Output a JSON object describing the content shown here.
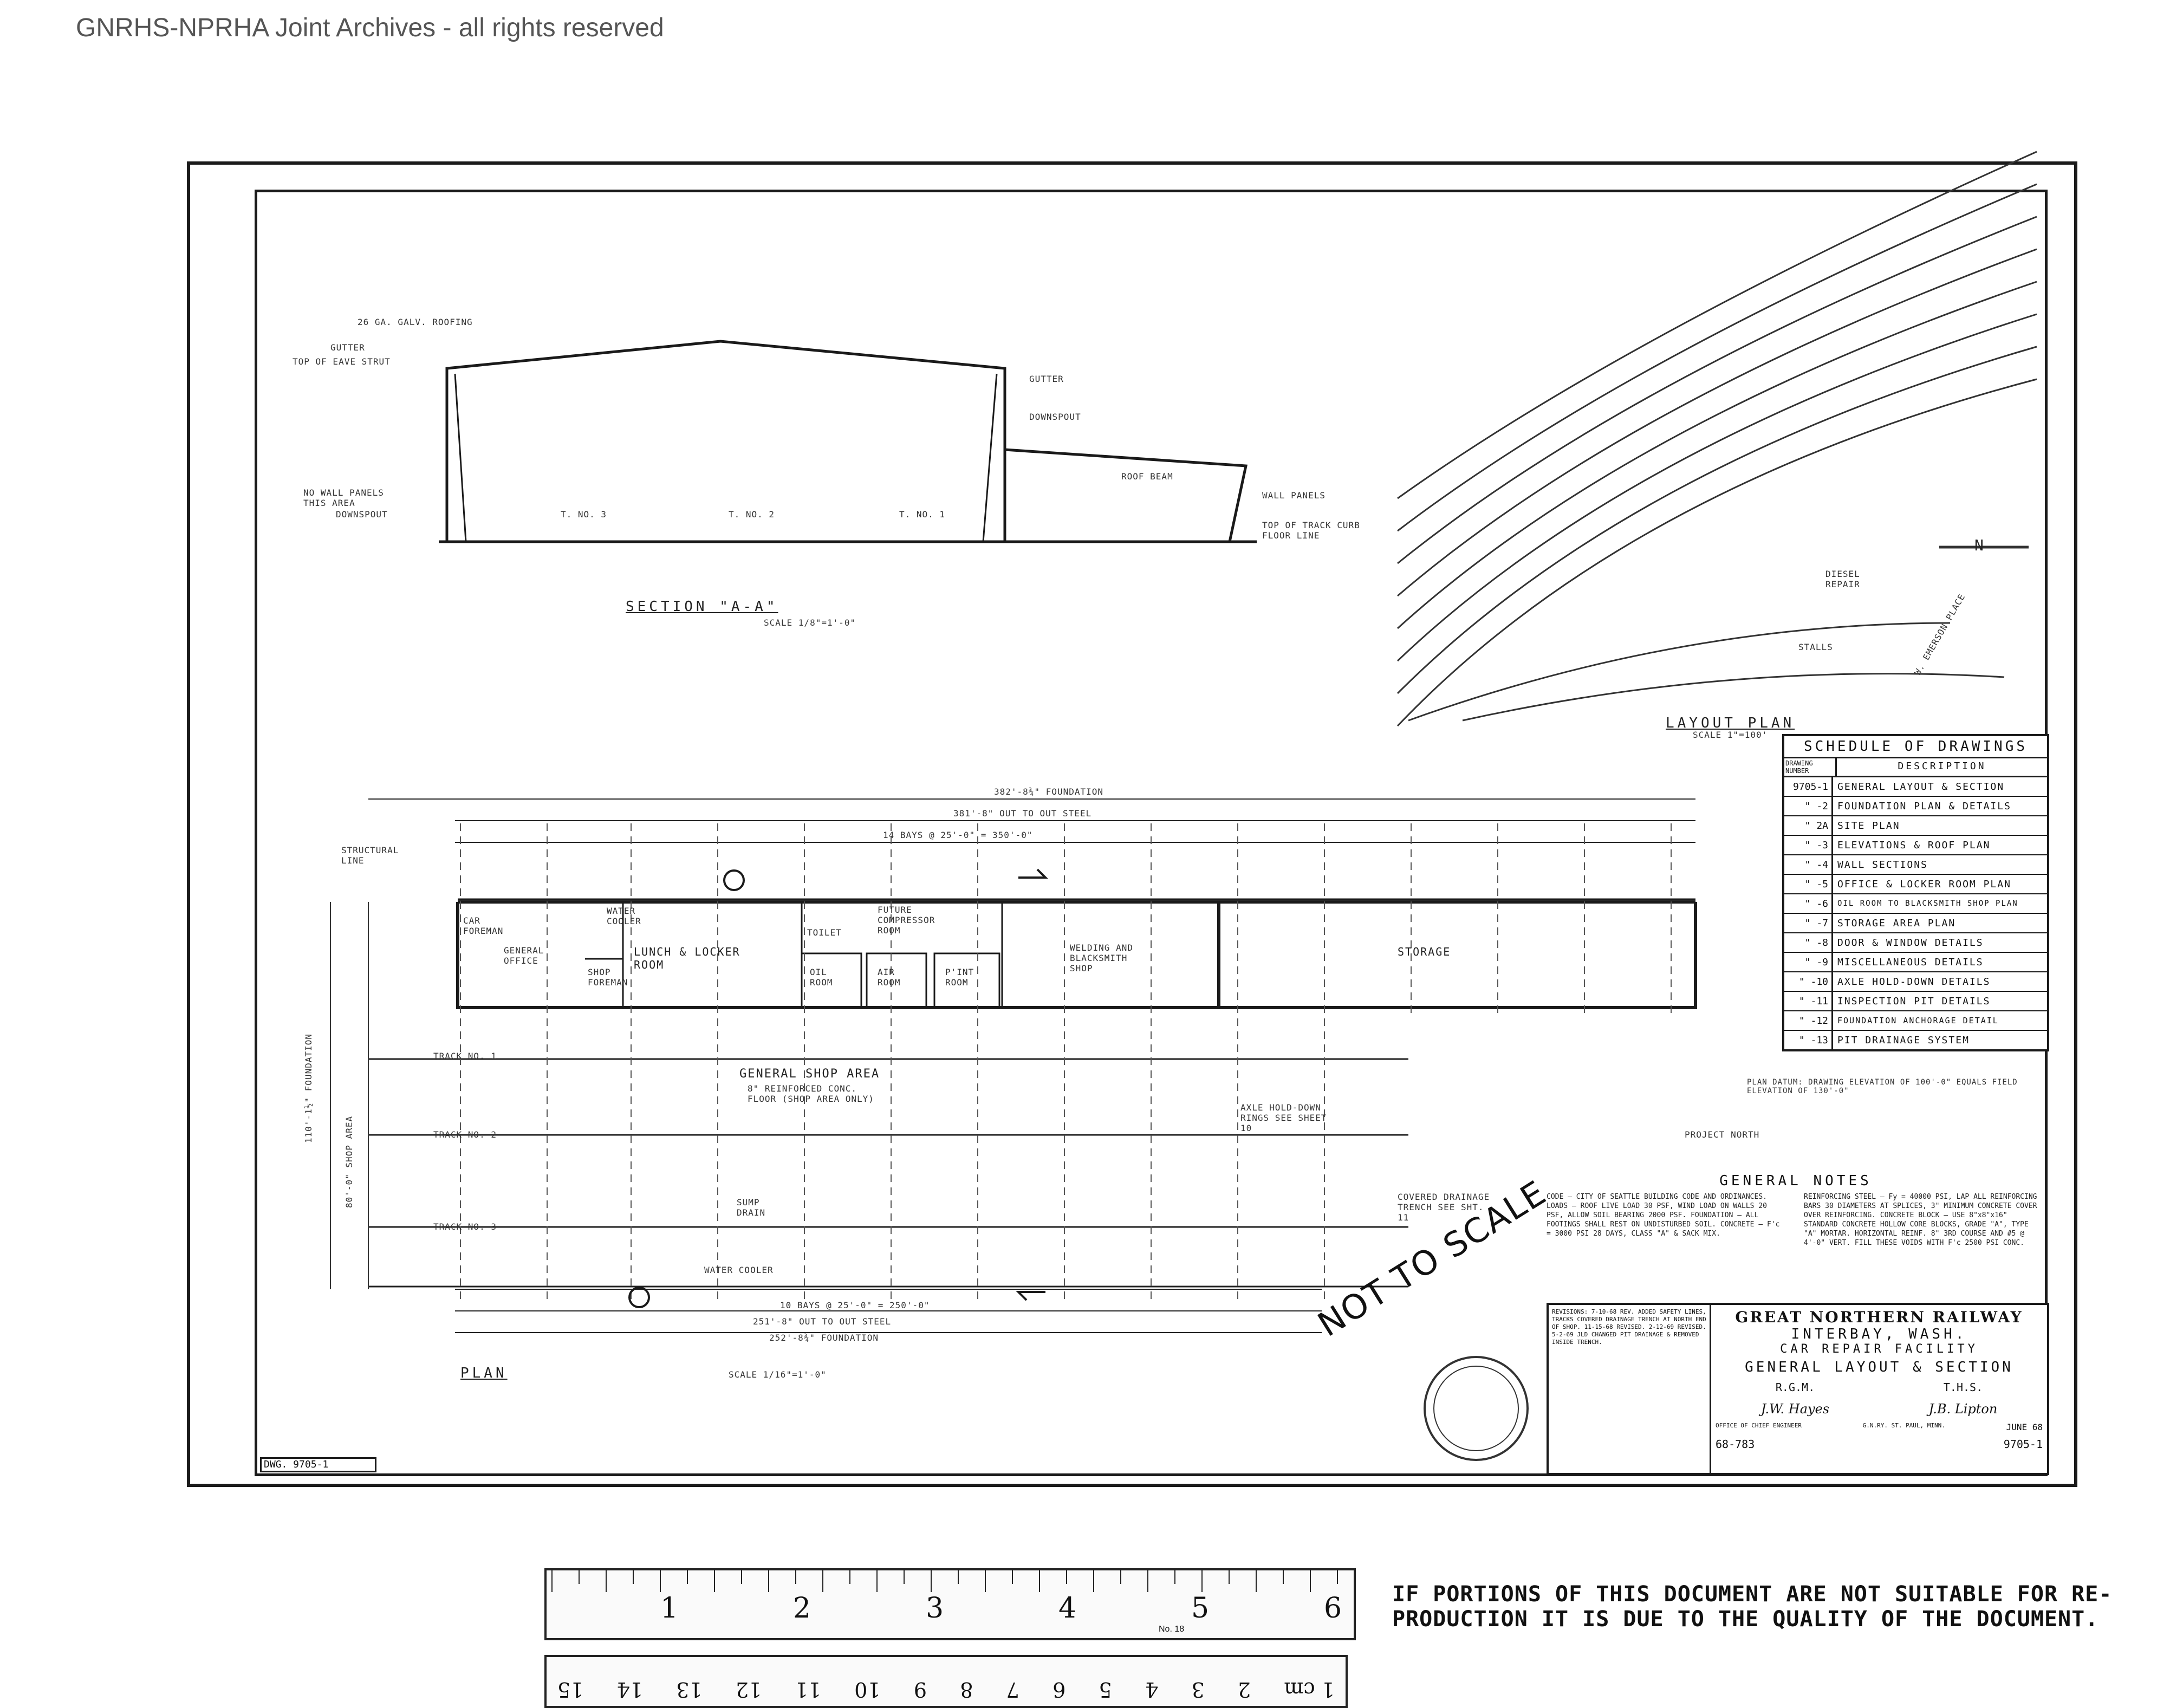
{
  "watermark": "GNRHS-NPRHA Joint Archives - all rights reserved",
  "section": {
    "title": "SECTION \"A-A\"",
    "scale": "SCALE 1/8\"=1'-0\"",
    "labels": {
      "roofing": "26 GA. GALV. ROOFING",
      "gutter": "GUTTER",
      "top_eave": "TOP OF EAVE STRUT",
      "no_wall": "NO WALL PANELS THIS AREA",
      "downspout": "DOWNSPOUT",
      "gutter2": "GUTTER",
      "downspout2": "DOWNSPOUT",
      "roof_beam": "ROOF BEAM",
      "wall_panels": "WALL PANELS",
      "top_curb": "TOP OF TRACK CURB FLOOR LINE",
      "track3": "T. NO. 3",
      "track2": "T. NO. 2",
      "track1": "T. NO. 1"
    }
  },
  "layout_plan": {
    "title": "LAYOUT PLAN",
    "scale": "SCALE 1\"=100'",
    "north": "N",
    "diesel": "DIESEL REPAIR",
    "stalls": "STALLS",
    "street": "W. EMERSON PLACE"
  },
  "schedule": {
    "title": "SCHEDULE OF DRAWINGS",
    "col_number": "DRAWING NUMBER",
    "col_desc": "DESCRIPTION",
    "rows": [
      {
        "num": "9705-1",
        "desc": "GENERAL LAYOUT & SECTION"
      },
      {
        "num": "\" -2",
        "desc": "FOUNDATION PLAN & DETAILS"
      },
      {
        "num": "\" 2A",
        "desc": "SITE PLAN"
      },
      {
        "num": "\" -3",
        "desc": "ELEVATIONS & ROOF PLAN"
      },
      {
        "num": "\" -4",
        "desc": "WALL SECTIONS"
      },
      {
        "num": "\" -5",
        "desc": "OFFICE & LOCKER ROOM PLAN"
      },
      {
        "num": "\" -6",
        "desc": "OIL ROOM TO BLACKSMITH SHOP PLAN"
      },
      {
        "num": "\" -7",
        "desc": "STORAGE AREA PLAN"
      },
      {
        "num": "\" -8",
        "desc": "DOOR & WINDOW DETAILS"
      },
      {
        "num": "\" -9",
        "desc": "MISCELLANEOUS DETAILS"
      },
      {
        "num": "\" -10",
        "desc": "AXLE HOLD-DOWN DETAILS"
      },
      {
        "num": "\" -11",
        "desc": "INSPECTION PIT DETAILS"
      },
      {
        "num": "\" -12",
        "desc": "FOUNDATION ANCHORAGE DETAIL"
      },
      {
        "num": "\" -13",
        "desc": "PIT DRAINAGE SYSTEM"
      }
    ],
    "datum": "PLAN DATUM: DRAWING ELEVATION OF 100'-0\" EQUALS FIELD ELEVATION OF 130'-0\""
  },
  "plan": {
    "title": "PLAN",
    "scale": "SCALE 1/16\"=1'-0\"",
    "foundation_top": "382'-8¾\" FOUNDATION",
    "steel_top": "381'-8\" OUT TO OUT STEEL",
    "bays_top": "14 BAYS @ 25'-0\" = 350'-0\"",
    "bays_bottom": "10 BAYS @ 25'-0\" = 250'-0\"",
    "steel_bottom": "251'-8\" OUT TO OUT STEEL",
    "foundation_bottom": "252'-8¾\" FOUNDATION",
    "structural_line": "STRUCTURAL LINE",
    "rooms": {
      "car_foreman": "CAR FOREMAN",
      "general_office": "GENERAL OFFICE",
      "shop_foreman": "SHOP FOREMAN",
      "lunch_locker": "LUNCH & LOCKER ROOM",
      "future_compressor": "FUTURE COMPRESSOR ROOM",
      "oil_room": "OIL ROOM",
      "air_room": "AIR ROOM",
      "paint_room": "P'INT ROOM",
      "welding": "WELDING AND BLACKSMITH SHOP",
      "storage": "STORAGE",
      "water_cooler": "WATER COOLER",
      "toilet": "TOILET"
    },
    "shop_area": "GENERAL SHOP AREA",
    "shop_floor": "8\" REINFORCED CONC. FLOOR (SHOP AREA ONLY)",
    "track1": "TRACK NO. 1",
    "track2": "TRACK NO. 2",
    "track3": "TRACK NO. 3",
    "axle_hold": "AXLE HOLD-DOWN RINGS SEE SHEET 10",
    "covered_trench": "COVERED DRAINAGE TRENCH SEE SHT. 11",
    "sump_drain": "SUMP DRAIN",
    "water_cooler_b": "WATER COOLER",
    "project_north": "PROJECT NORTH",
    "dim_left_total": "110'-1½\" FOUNDATION",
    "dim_shop": "80'-0\" SHOP AREA"
  },
  "general_notes": {
    "title": "GENERAL NOTES",
    "left": "CODE — CITY OF SEATTLE BUILDING CODE AND ORDINANCES. LOADS — ROOF LIVE LOAD 30 PSF, WIND LOAD ON WALLS 20 PSF, ALLOW SOIL BEARING 2000 PSF. FOUNDATION — ALL FOOTINGS SHALL REST ON UNDISTURBED SOIL. CONCRETE — F'c = 3000 PSI 28 DAYS, CLASS \"A\" & SACK MIX.",
    "right": "REINFORCING STEEL — Fy = 40000 PSI, LAP ALL REINFORCING BARS 30 DIAMETERS AT SPLICES, 3\" MINIMUM CONCRETE COVER OVER REINFORCING. CONCRETE BLOCK — USE 8\"x8\"x16\" STANDARD CONCRETE HOLLOW CORE BLOCKS, GRADE \"A\", TYPE \"A\" MORTAR. HORIZONTAL REINF. 8\" 3RD COURSE AND #5 @ 4'-0\" VERT. FILL THESE VOIDS WITH F'c 2500 PSI CONC."
  },
  "revisions": "REVISIONS: 7-10-68 REV. ADDED SAFETY LINES, TRACKS COVERED DRAINAGE TRENCH AT NORTH END OF SHOP. 11-15-68 REVISED. 2-12-69 REVISED. 5-2-69 JLD CHANGED PIT DRAINAGE & REMOVED INSIDE TRENCH.",
  "title_block": {
    "company": "GREAT NORTHERN RAILWAY",
    "place": "INTERBAY, WASH.",
    "facility": "CAR REPAIR FACILITY",
    "title": "GENERAL LAYOUT & SECTION",
    "drawn_by": "R.G.M.",
    "traced_by": "T.H.S.",
    "correct": "J.W. Hayes",
    "approved": "J.B. Lipton",
    "office": "OFFICE OF CHIEF ENGINEER",
    "railway": "G.N.RY. ST. PAUL, MINN.",
    "date": "JUNE 68",
    "afe": "68-783",
    "dwg": "9705-1"
  },
  "stamp_text": "NOT TO SCALE",
  "dwg_corner": "DWG. 9705-1",
  "ruler": {
    "inches": [
      "1",
      "2",
      "3",
      "4",
      "5",
      "6"
    ],
    "cm": [
      "1 cm",
      "2",
      "3",
      "4",
      "5",
      "6",
      "7",
      "8",
      "9",
      "10",
      "11",
      "12",
      "13",
      "14",
      "15"
    ],
    "label": "No. 18"
  },
  "notice": {
    "line1": "IF PORTIONS OF THIS DOCUMENT ARE NOT SUITABLE FOR RE-",
    "line2": "PRODUCTION IT IS DUE TO THE QUALITY OF THE DOCUMENT."
  }
}
